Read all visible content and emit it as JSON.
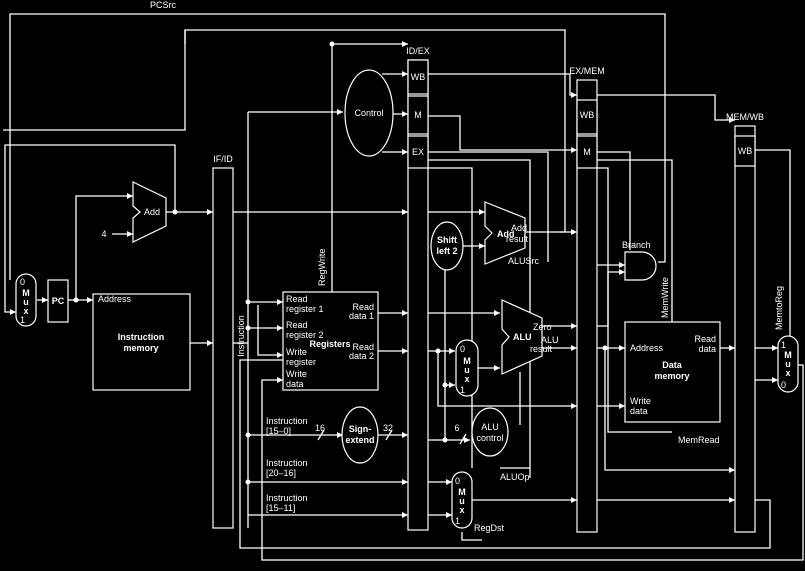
{
  "signals": {
    "pcsrc": "PCSrc",
    "regwrite": "RegWrite",
    "branch": "Branch",
    "memwrite": "MemWrite",
    "memtoreg": "MemtoReg",
    "memread": "MemRead",
    "alusrc": "ALUSrc",
    "aluop": "ALUOp",
    "regdst": "RegDst"
  },
  "registers_pipeline": {
    "if_id": "IF/ID",
    "id_ex": "ID/EX",
    "ex_mem": "EX/MEM",
    "mem_wb": "MEM/WB",
    "wb": "WB",
    "m": "M",
    "ex": "EX"
  },
  "units": {
    "pc": "PC",
    "add": "Add",
    "add_bold": "Add",
    "add_result": "Add",
    "result": "result",
    "four": "4",
    "control": "Control",
    "shift_1": "Shift",
    "shift_2": "left 2",
    "alu": "ALU",
    "alu_result_1": "ALU",
    "alu_result_2": "result",
    "zero": "Zero",
    "alu_control_1": "ALU",
    "alu_control_2": "control",
    "sign_1": "Sign-",
    "sign_2": "extend",
    "bits16": "16",
    "bits32": "32",
    "bits6": "6",
    "and_gate": ""
  },
  "mux": {
    "zero": "0",
    "one": "1",
    "m": "M",
    "u": "u",
    "x": "x"
  },
  "instr_mem": {
    "address": "Address",
    "title_1": "Instruction",
    "title_2": "memory",
    "instruction": "Instruction"
  },
  "regfile": {
    "read_reg1_a": "Read",
    "read_reg1_b": "register 1",
    "read_reg2_a": "Read",
    "read_reg2_b": "register 2",
    "write_reg_a": "Write",
    "write_reg_b": "register",
    "write_data_a": "Write",
    "write_data_b": "data",
    "read_data1_a": "Read",
    "read_data1_b": "data 1",
    "read_data2_a": "Read",
    "read_data2_b": "data 2",
    "title": "Registers"
  },
  "instr_fields": {
    "f1_a": "Instruction",
    "f1_b": "[15–0]",
    "f2_a": "Instruction",
    "f2_b": "[20–16]",
    "f3_a": "Instruction",
    "f3_b": "[15–11]"
  },
  "data_mem": {
    "address": "Address",
    "read_data_a": "Read",
    "read_data_b": "data",
    "write_data_a": "Write",
    "write_data_b": "data",
    "title_1": "Data",
    "title_2": "memory"
  }
}
